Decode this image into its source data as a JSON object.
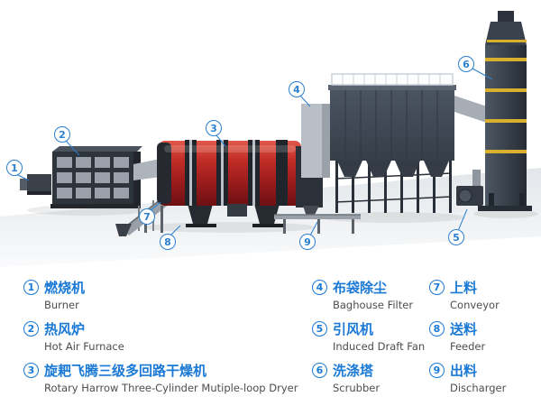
{
  "colors": {
    "accent_blue": "#1a79d5",
    "callout_blue": "#2a7fd0",
    "dryer_red": "#a81f20",
    "equipment_dark": "#39404a",
    "scrubber_yellow": "#d9af2e",
    "english_gray": "#4d4d4d"
  },
  "legend": {
    "items": [
      {
        "num": "1",
        "zh": "燃烧机",
        "en": "Burner"
      },
      {
        "num": "2",
        "zh": "热风炉",
        "en": "Hot Air Furnace"
      },
      {
        "num": "3",
        "zh": "旋耙飞腾三级多回路干燥机",
        "en": "Rotary Harrow Three-Cylinder Mutiple-loop Dryer"
      },
      {
        "num": "4",
        "zh": "布袋除尘",
        "en": "Baghouse Filter"
      },
      {
        "num": "5",
        "zh": "引风机",
        "en": "Induced Draft Fan"
      },
      {
        "num": "6",
        "zh": "洗涤塔",
        "en": "Scrubber"
      },
      {
        "num": "7",
        "zh": "上料",
        "en": "Conveyor"
      },
      {
        "num": "8",
        "zh": "送料",
        "en": "Feeder"
      },
      {
        "num": "9",
        "zh": "出料",
        "en": "Discharger"
      }
    ]
  },
  "illustration": {
    "equipment": [
      "burner",
      "hot-air-furnace",
      "rotary-dryer",
      "baghouse-filter",
      "induced-draft-fan",
      "scrubber",
      "feed-conveyor",
      "feeder",
      "discharge-conveyor"
    ]
  }
}
